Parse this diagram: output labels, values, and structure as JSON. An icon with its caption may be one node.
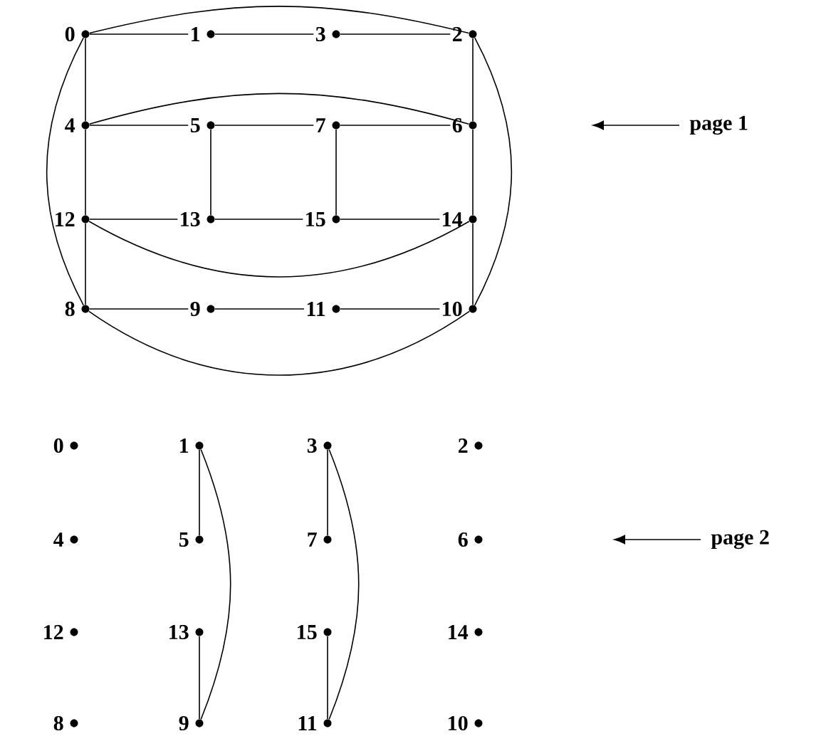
{
  "diagram": {
    "nodes": [
      {
        "text": [
          "0"
        ]
      },
      {
        "text": [
          "1"
        ]
      },
      {
        "text": [
          "3"
        ]
      },
      {
        "text": [
          "2"
        ]
      },
      {
        "text": [
          "4"
        ]
      },
      {
        "text": [
          "5"
        ]
      },
      {
        "text": [
          "7"
        ]
      },
      {
        "text": [
          "6"
        ]
      },
      {
        "text": [
          "12"
        ]
      },
      {
        "text": [
          "13"
        ]
      },
      {
        "text": [
          "15"
        ]
      },
      {
        "text": [
          "14"
        ]
      },
      {
        "text": [
          "8"
        ]
      },
      {
        "text": [
          "9"
        ]
      },
      {
        "text": [
          "11"
        ]
      },
      {
        "text": [
          "10"
        ]
      },
      {
        "text": [
          "page 1"
        ]
      },
      {
        "text": [
          "0"
        ]
      },
      {
        "text": [
          "1"
        ]
      },
      {
        "text": [
          "3"
        ]
      },
      {
        "text": [
          "2"
        ]
      },
      {
        "text": [
          "4"
        ]
      },
      {
        "text": [
          "5"
        ]
      },
      {
        "text": [
          "7"
        ]
      },
      {
        "text": [
          "6"
        ]
      },
      {
        "text": [
          "12"
        ]
      },
      {
        "text": [
          "13"
        ]
      },
      {
        "text": [
          "15"
        ]
      },
      {
        "text": [
          "14"
        ]
      },
      {
        "text": [
          "8"
        ]
      },
      {
        "text": [
          "9"
        ]
      },
      {
        "text": [
          "11"
        ]
      },
      {
        "text": [
          "10"
        ]
      },
      {
        "text": [
          "page 2"
        ]
      }
    ],
    "edges": [
      {
        "from": 0,
        "to": 1,
        "arrow": "none"
      },
      {
        "from": 1,
        "to": 2,
        "arrow": "none"
      },
      {
        "from": 2,
        "to": 3,
        "arrow": "none"
      },
      {
        "from": 4,
        "to": 5,
        "arrow": "none"
      },
      {
        "from": 5,
        "to": 6,
        "arrow": "none"
      },
      {
        "from": 6,
        "to": 7,
        "arrow": "none"
      },
      {
        "from": 8,
        "to": 9,
        "arrow": "none"
      },
      {
        "from": 9,
        "to": 10,
        "arrow": "none"
      },
      {
        "from": 10,
        "to": 11,
        "arrow": "none"
      },
      {
        "from": 12,
        "to": 13,
        "arrow": "none"
      },
      {
        "from": 13,
        "to": 14,
        "arrow": "none"
      },
      {
        "from": 14,
        "to": 15,
        "arrow": "none"
      },
      {
        "from": 0,
        "to": 4,
        "arrow": "none"
      },
      {
        "from": 4,
        "to": 8,
        "arrow": "none"
      },
      {
        "from": 8,
        "to": 12,
        "arrow": "none"
      },
      {
        "from": 3,
        "to": 7,
        "arrow": "none"
      },
      {
        "from": 7,
        "to": 11,
        "arrow": "none"
      },
      {
        "from": 11,
        "to": 15,
        "arrow": "none"
      },
      {
        "from": 5,
        "to": 9,
        "arrow": "none"
      },
      {
        "from": 6,
        "to": 10,
        "arrow": "none"
      },
      {
        "from": 0,
        "to": 3,
        "arrow": "none"
      },
      {
        "from": 4,
        "to": 7,
        "arrow": "none"
      },
      {
        "from": 8,
        "to": 11,
        "arrow": "none"
      },
      {
        "from": 12,
        "to": 15,
        "arrow": "none"
      },
      {
        "from": 0,
        "to": 12,
        "arrow": "none"
      },
      {
        "from": 3,
        "to": 15,
        "arrow": "none"
      },
      {
        "from": 18,
        "to": 22,
        "arrow": "none"
      },
      {
        "from": 18,
        "to": 30,
        "arrow": "none"
      },
      {
        "from": 26,
        "to": 30,
        "arrow": "none"
      },
      {
        "from": 19,
        "to": 23,
        "arrow": "none"
      },
      {
        "from": 19,
        "to": 31,
        "arrow": "none"
      },
      {
        "from": 27,
        "to": 31,
        "arrow": "none"
      },
      {
        "from": 16,
        "to": null,
        "arrow": "to"
      },
      {
        "from": 33,
        "to": null,
        "arrow": "to"
      }
    ]
  }
}
